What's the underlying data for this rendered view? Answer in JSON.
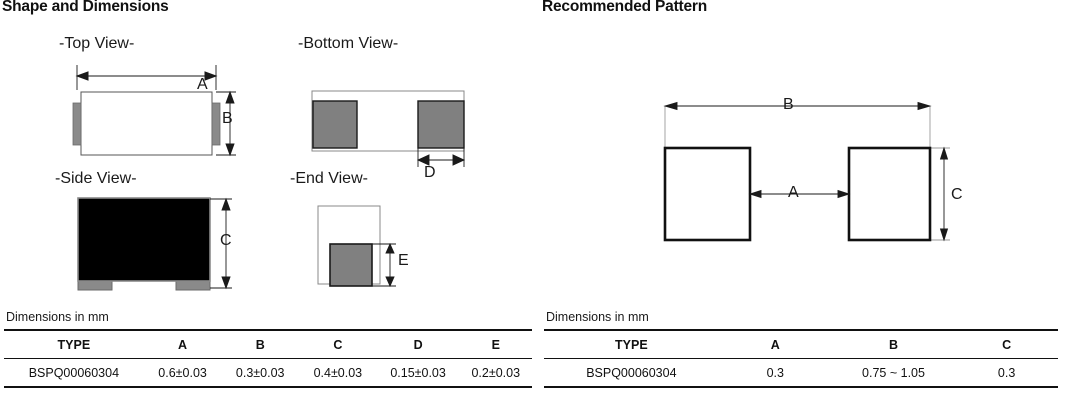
{
  "left": {
    "section_title": "Shape and Dimensions",
    "views": {
      "top": "-Top View-",
      "bottom": "-Bottom View-",
      "side": "-Side View-",
      "end": "-End View-"
    },
    "dimension_letters": {
      "a": "A",
      "b": "B",
      "c": "C",
      "d": "D",
      "e": "E"
    },
    "table": {
      "note": "Dimensions in mm",
      "headers": [
        "TYPE",
        "A",
        "B",
        "C",
        "D",
        "E"
      ],
      "rows": [
        [
          "BSPQ00060304",
          "0.6±0.03",
          "0.3±0.03",
          "0.4±0.03",
          "0.15±0.03",
          "0.2±0.03"
        ]
      ]
    }
  },
  "right": {
    "section_title": "Recommended Pattern",
    "dimension_letters": {
      "a": "A",
      "b": "B",
      "c": "C"
    },
    "table": {
      "note": "Dimensions in mm",
      "headers": [
        "TYPE",
        "A",
        "B",
        "C"
      ],
      "rows": [
        [
          "BSPQ00060304",
          "0.3",
          "0.75 ~ 1.05",
          "0.3"
        ]
      ]
    }
  },
  "colors": {
    "body_black": "#000000",
    "terminal_gray": "#808080",
    "outline": "#4d4d4d",
    "rule": "#111111",
    "background": "#ffffff"
  }
}
